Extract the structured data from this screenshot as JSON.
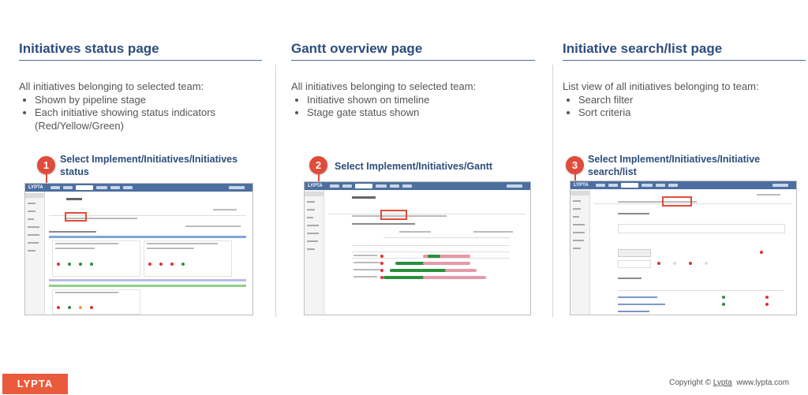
{
  "columns": [
    {
      "title": "Initiatives status page",
      "intro": "All initiatives belonging to selected team:",
      "bullets": [
        "Shown by pipeline stage",
        "Each initiative showing status indicators (Red/Yellow/Green)"
      ],
      "step_number": "1",
      "step_label": "Select Implement/Initiatives/Initiatives status"
    },
    {
      "title": "Gantt overview page",
      "intro": "All initiatives belonging to selected team:",
      "bullets": [
        "Initiative shown on timeline",
        "Stage gate status shown"
      ],
      "step_number": "2",
      "step_label": "Select Implement/Initiatives/Gantt"
    },
    {
      "title": "Initiative search/list page",
      "intro": "List view of all initiatives belonging to team:",
      "bullets": [
        "Search filter",
        "Sort criteria"
      ],
      "step_number": "3",
      "step_label": "Select Implement/Initiatives/Initiative search/list"
    }
  ],
  "app": {
    "logo": "LYPTA"
  },
  "footer": {
    "logo": "LYPTA",
    "copyright_prefix": "Copyright ©",
    "brand": "Lypta",
    "site": "www.lypta.com"
  },
  "colors": {
    "heading": "#2d4d7c",
    "accent": "#e04b3a",
    "appbar": "#4c6fa0",
    "footer_logo": "#ea5b3c"
  }
}
